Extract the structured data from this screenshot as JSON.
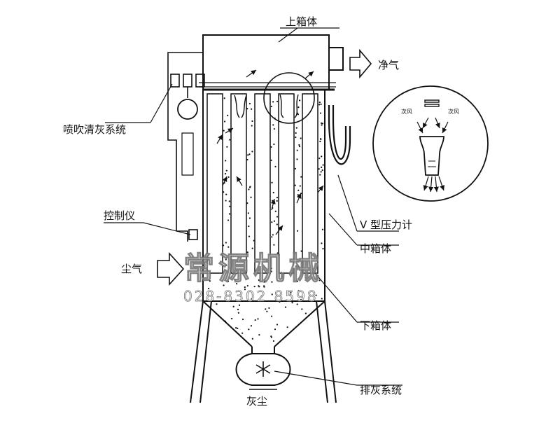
{
  "labels": {
    "upper_box": "上箱体",
    "clean_gas": "净气",
    "pulse_cleaning": "喷吹清灰系统",
    "controller": "控制仪",
    "dust_gas": "尘气",
    "v_gauge": "V 型压力计",
    "middle_box": "中箱体",
    "lower_box": "下箱体",
    "ash_discharge": "排灰系统",
    "ash": "灰尘"
  },
  "detail": {
    "secondary_air_left": "次风",
    "secondary_air_right": "次风"
  },
  "watermark": {
    "brand": "常源机械",
    "phone": "028-8302 8598"
  }
}
